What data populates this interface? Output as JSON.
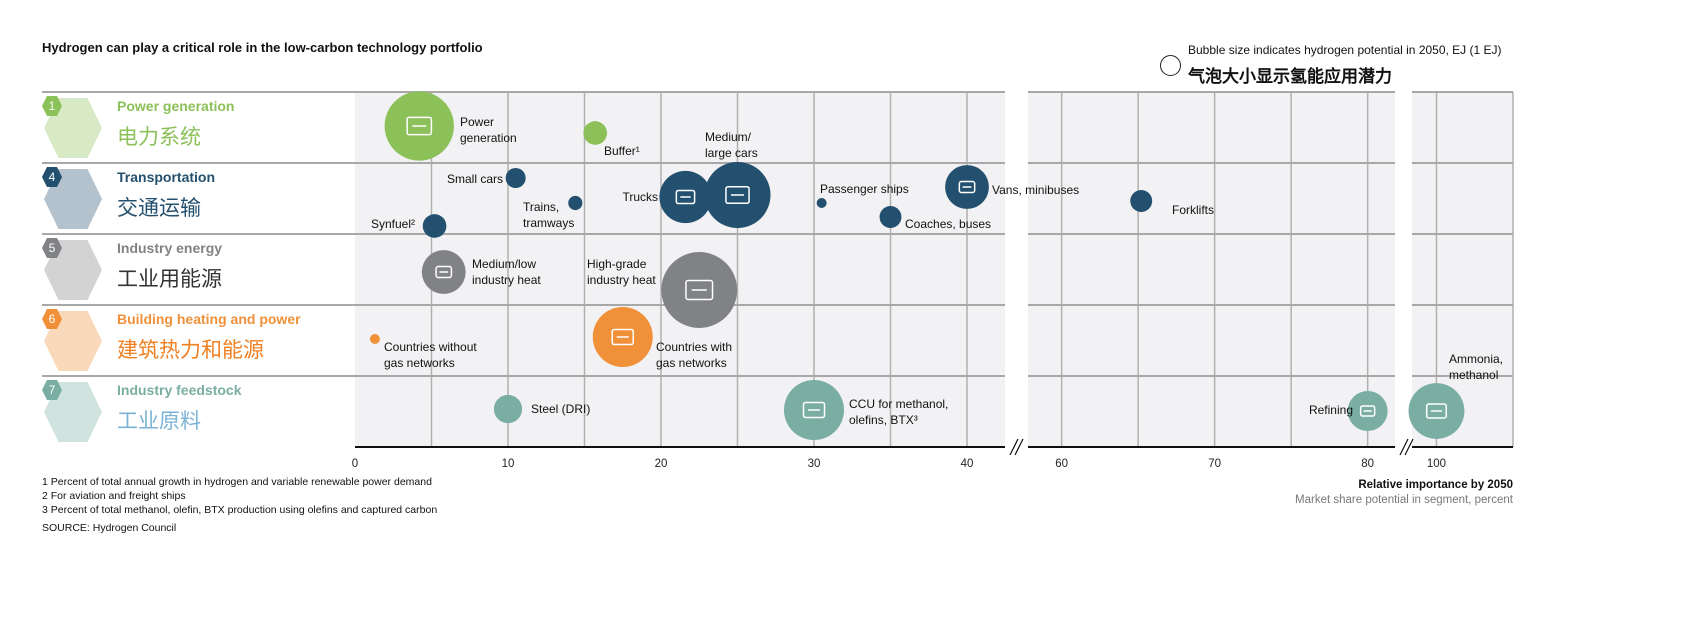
{
  "title": "Hydrogen can play a critical role in the low-carbon technology portfolio",
  "legend": {
    "en": "Bubble size indicates hydrogen potential in 2050, EJ (1 EJ)",
    "zh": "气泡大小显示氢能应用潜力",
    "reference_ej": 1
  },
  "categories": [
    {
      "num": "1",
      "en": "Power generation",
      "zh": "电力系统",
      "color": "#8cc15a",
      "zh_color": "#8cc15a"
    },
    {
      "num": "4",
      "en": "Transportation",
      "zh": "交通运输",
      "color": "#24506f",
      "zh_color": "#24506f"
    },
    {
      "num": "5",
      "en": "Industry energy",
      "zh": "工业用能源",
      "color": "#808285",
      "zh_color": "#333333"
    },
    {
      "num": "6",
      "en": "Building heating and power",
      "zh": "建筑热力和能源",
      "color": "#f0913a",
      "zh_color": "#f07f22"
    },
    {
      "num": "7",
      "en": "Industry feedstock",
      "zh": "工业原料",
      "color": "#7aaea2",
      "zh_color": "#7ab3d6"
    }
  ],
  "chart_data": {
    "type": "scatter",
    "title": "Hydrogen can play a critical role in the low-carbon technology portfolio",
    "xlabel": "Relative importance by 2050",
    "xsublabel": "Market share potential in segment, percent",
    "xlim": [
      0,
      105
    ],
    "axis_breaks": [
      [
        42.5,
        57.8
      ],
      [
        82.6,
        98.4
      ]
    ],
    "xticks": [
      0,
      10,
      20,
      30,
      40,
      60,
      70,
      80,
      100
    ],
    "grid": true,
    "size_unit": "EJ",
    "points": [
      {
        "label": [
          "Power",
          "generation"
        ],
        "category": 0,
        "x": 4.2,
        "size_ej": 12.0
      },
      {
        "label": [
          "Buffer¹"
        ],
        "category": 0,
        "x": 15.7,
        "size_ej": 1.4
      },
      {
        "label": [
          "Small cars"
        ],
        "category": 1,
        "x": 10.5,
        "size_ej": 1.0
      },
      {
        "label": [
          "Trains,",
          "tramways"
        ],
        "category": 1,
        "x": 14.4,
        "size_ej": 0.5
      },
      {
        "label": [
          "Synfuel²"
        ],
        "category": 1,
        "x": 5.2,
        "size_ej": 1.4
      },
      {
        "label": [
          "Trucks"
        ],
        "category": 1,
        "x": 21.6,
        "size_ej": 6.8
      },
      {
        "label": [
          "Medium/",
          "large cars"
        ],
        "category": 1,
        "x": 25.0,
        "size_ej": 10.9
      },
      {
        "label": [
          "Passenger ships"
        ],
        "category": 1,
        "x": 30.5,
        "size_ej": 0.25
      },
      {
        "label": [
          "Coaches, buses"
        ],
        "category": 1,
        "x": 35.0,
        "size_ej": 1.2
      },
      {
        "label": [
          "Vans, minibuses"
        ],
        "category": 1,
        "x": 40.0,
        "size_ej": 4.8
      },
      {
        "label": [
          "Forklifts"
        ],
        "category": 1,
        "x": 65.2,
        "size_ej": 1.2
      },
      {
        "label": [
          "Medium/low",
          "industry heat"
        ],
        "category": 2,
        "x": 5.8,
        "size_ej": 4.8
      },
      {
        "label": [
          "High-grade",
          "industry heat"
        ],
        "category": 2,
        "x": 22.5,
        "size_ej": 14.4
      },
      {
        "label": [
          "Countries without",
          "gas networks"
        ],
        "category": 3,
        "x": 1.3,
        "size_ej": 0.25
      },
      {
        "label": [
          "Countries with",
          "gas networks"
        ],
        "category": 3,
        "x": 17.5,
        "size_ej": 9.0
      },
      {
        "label": [
          "Steel (DRI)"
        ],
        "category": 4,
        "x": 10.0,
        "size_ej": 2.0
      },
      {
        "label": [
          "CCU for methanol,",
          "olefins, BTX³"
        ],
        "category": 4,
        "x": 30.0,
        "size_ej": 9.0
      },
      {
        "label": [
          "Refining"
        ],
        "category": 4,
        "x": 80.0,
        "size_ej": 4.0
      },
      {
        "label": [
          "Ammonia,",
          "methanol"
        ],
        "category": 4,
        "x": 100.0,
        "size_ej": 7.8
      }
    ]
  },
  "footnotes": [
    "1 Percent of total annual growth in hydrogen and variable renewable power demand",
    "2 For aviation and freight ships",
    "3 Percent of total methanol, olefin, BTX production using olefins and captured carbon",
    "SOURCE: Hydrogen Council"
  ]
}
